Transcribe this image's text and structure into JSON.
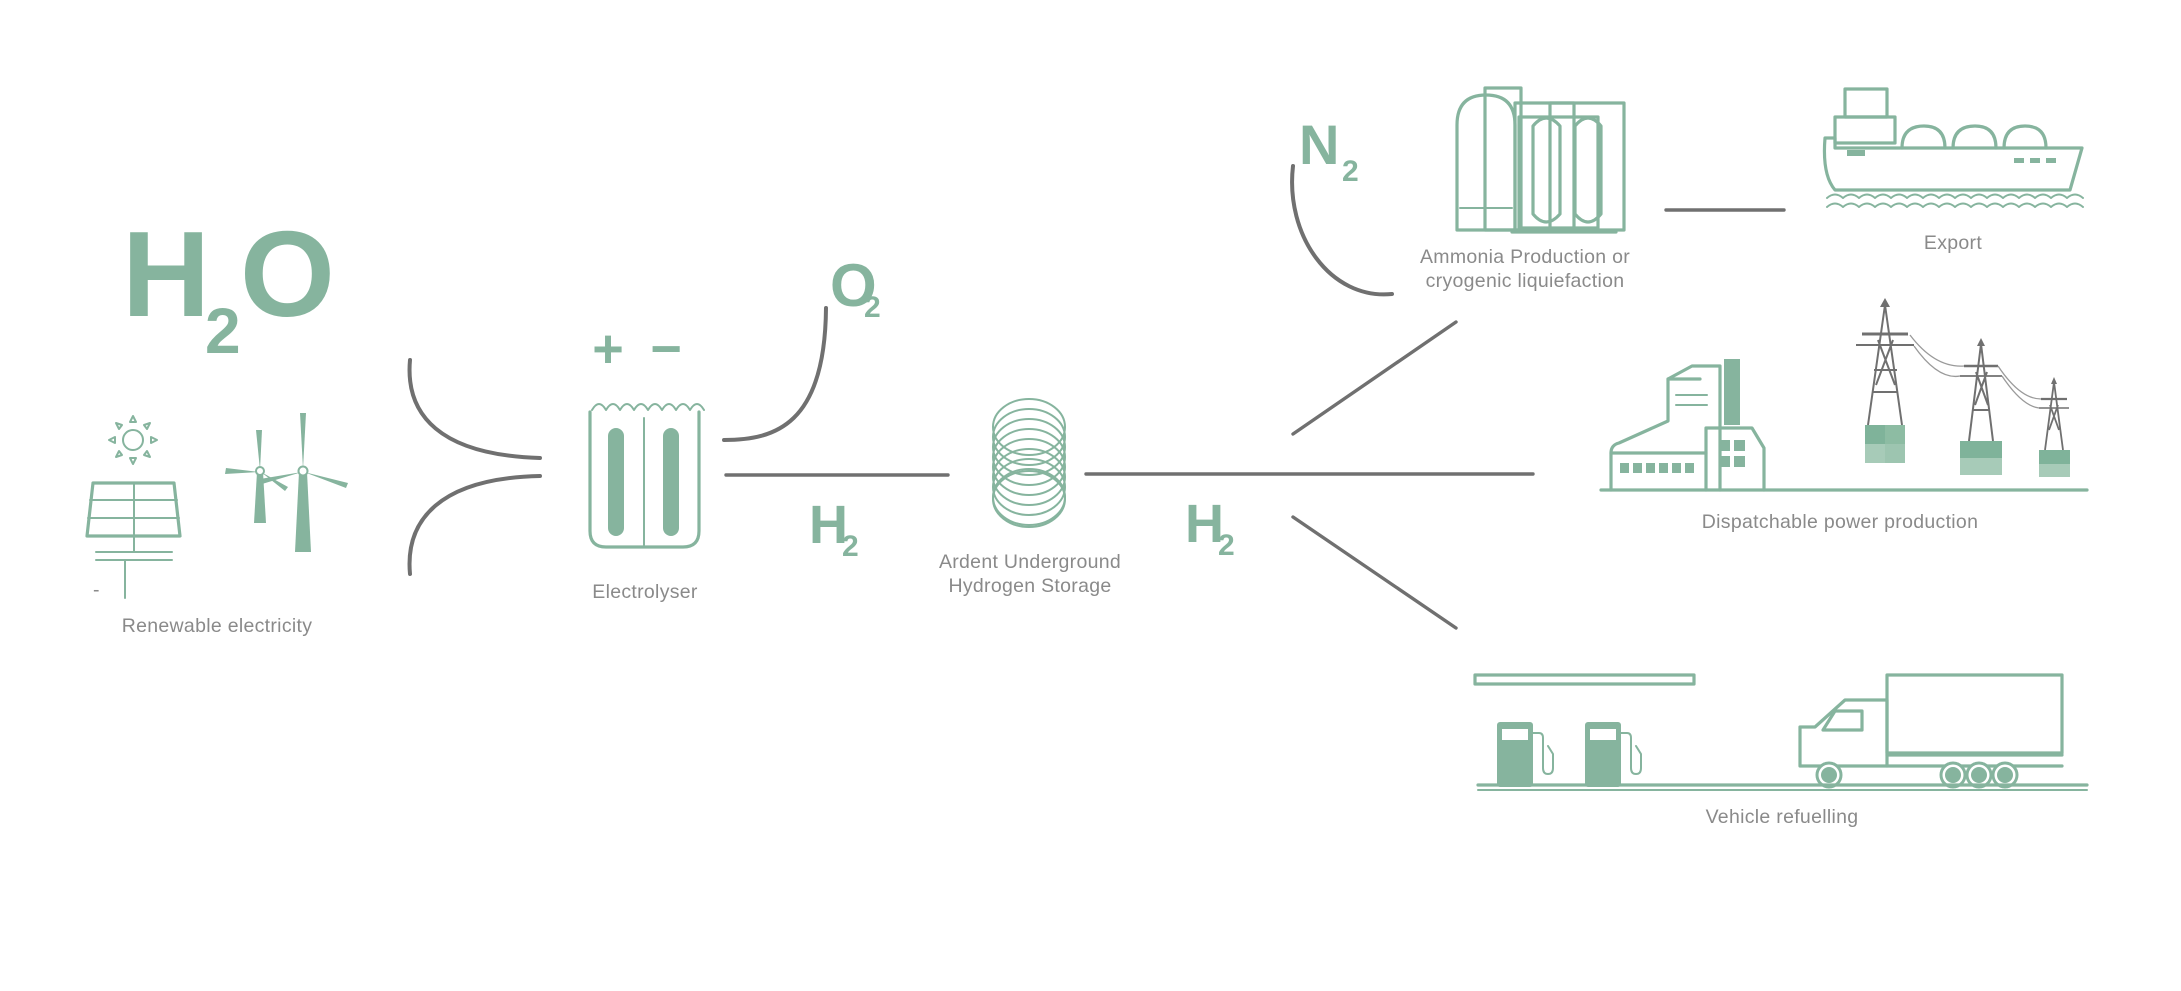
{
  "nodes": {
    "renewable": {
      "label": "Renewable electricity"
    },
    "electrolyser": {
      "label": "Electrolyser"
    },
    "storage": {
      "label_line1": "Ardent Underground",
      "label_line2": "Hydrogen Storage"
    },
    "ammonia": {
      "label_line1": "Ammonia Production or",
      "label_line2": "cryogenic liquiefaction"
    },
    "export": {
      "label": "Export"
    },
    "power": {
      "label": "Dispatchable power production"
    },
    "vehicle": {
      "label": "Vehicle refuelling"
    }
  },
  "chemicals": {
    "water": {
      "main1": "H",
      "sub": "2",
      "main2": "O"
    },
    "oxygen": {
      "main": "O",
      "sub": "2"
    },
    "hydrogen_1": {
      "main": "H",
      "sub": "2"
    },
    "hydrogen_2": {
      "main": "H",
      "sub": "2"
    },
    "nitrogen": {
      "main": "N",
      "sub": "2"
    }
  },
  "electrolyser_signs": {
    "plus": "+",
    "minus": "−"
  },
  "panel_mark": "-",
  "colors": {
    "accent_green": "#86b49e",
    "label_gray": "#8a8a8a",
    "flow_line": "#707070",
    "background": "#ffffff"
  },
  "icons": [
    "sun-icon",
    "solar-panel-icon",
    "wind-turbine-icon",
    "electrolyser-icon",
    "hydrogen-storage-icon",
    "ammonia-plant-icon",
    "ship-icon",
    "power-plant-icon",
    "transmission-tower-icon",
    "fuel-pump-icon",
    "truck-icon"
  ]
}
